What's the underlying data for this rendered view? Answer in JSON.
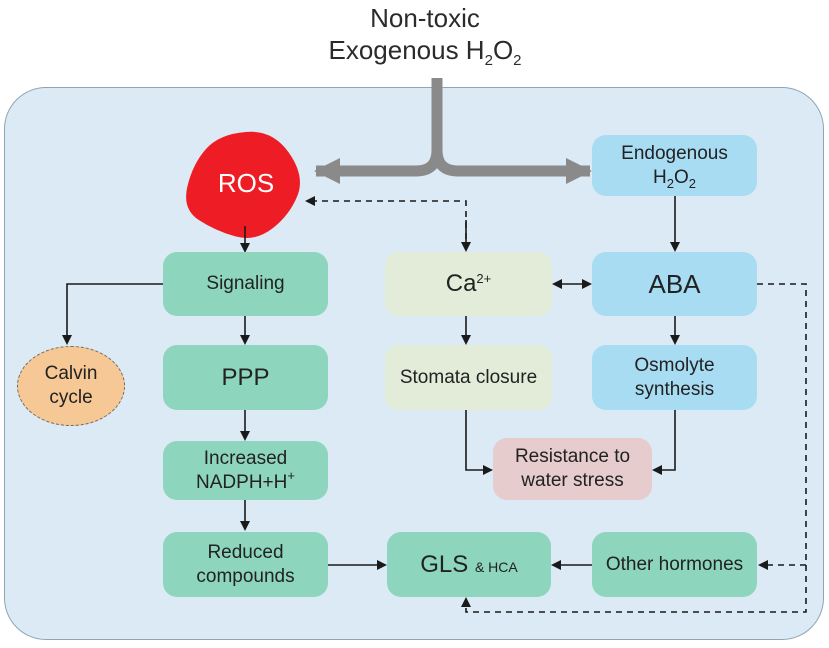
{
  "header": {
    "line1": "Non-toxic",
    "line2_prefix": "Exogenous H",
    "line2_sub1": "2",
    "line2_mid": "O",
    "line2_sub2": "2"
  },
  "nodes": {
    "ros": "ROS",
    "endogenous": {
      "line1": "Endogenous",
      "h": "H",
      "sub1": "2",
      "o": "O",
      "sub2": "2"
    },
    "signaling": "Signaling",
    "calvin": {
      "line1": "Calvin",
      "line2": "cycle"
    },
    "ppp": "PPP",
    "nadph": {
      "line1": "Increased",
      "line2": "NADPH+H",
      "sup": "+"
    },
    "reduced": {
      "line1": "Reduced",
      "line2": "compounds"
    },
    "ca": {
      "label": "Ca",
      "sup": "2+"
    },
    "stomata": "Stomata closure",
    "aba": "ABA",
    "osmolyte": {
      "line1": "Osmolyte",
      "line2": "synthesis"
    },
    "resistance": {
      "line1": "Resistance to",
      "line2": "water stress"
    },
    "gls": {
      "main": "GLS",
      "suffix": "& HCA"
    },
    "other_hormones": "Other hormones"
  },
  "colors": {
    "panel": "#dbeaf5",
    "ros": "#ee1c25",
    "green_box": "#8dd6bd",
    "sage_box": "#e3ecd9",
    "blue_box": "#a8dcf3",
    "pink_box": "#e6cccc",
    "calvin_fill": "#f5c896",
    "big_arrow": "#8a8a8a"
  }
}
